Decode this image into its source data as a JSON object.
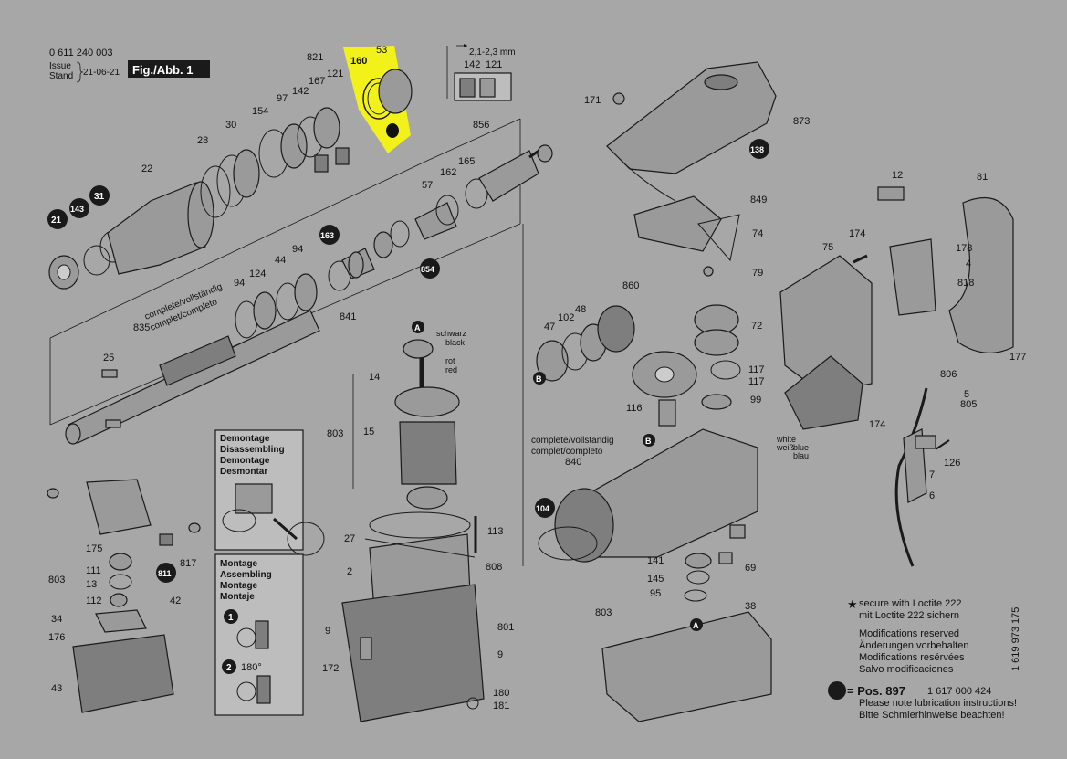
{
  "doc": {
    "number": "0 611 240 003",
    "issue_label_1": "Issue",
    "issue_label_2": "Stand",
    "issue_date": "21-06-21",
    "fig_label": "Fig./Abb. 1",
    "vertical_number": "1 619 973 175",
    "dimension": "2,1-2,3 mm"
  },
  "highlight_color": "#f2f21a",
  "callout_dot_color": "#1a1a1a",
  "labels": {
    "l0": "821",
    "l1": "53",
    "l2": "160",
    "l3": "121",
    "l4": "167",
    "l5": "97",
    "l6": "142",
    "l7": "154",
    "l8": "30",
    "l9": "28",
    "l10": "22",
    "l11": "856",
    "l12": "162",
    "l13": "165",
    "l14": "57",
    "l15": "94",
    "l16": "124",
    "l17": "44",
    "l18": "94",
    "l19": "835",
    "l20": "25",
    "l21": "841",
    "l22": "14",
    "l23": "803",
    "l24": "15",
    "l25": "27",
    "l26": "113",
    "l27": "2",
    "l28": "808",
    "l29": "9",
    "l30": "801",
    "l31": "9",
    "l32": "172",
    "l33": "180",
    "l34": "181",
    "l35": "171",
    "l36": "873",
    "l37": "849",
    "l38": "74",
    "l39": "79",
    "l40": "860",
    "l41": "47",
    "l42": "102",
    "l43": "48",
    "l44": "72",
    "l45": "117",
    "l46": "117",
    "l47": "116",
    "l48": "99",
    "l49": "840",
    "l50": "69",
    "l51": "141",
    "l52": "145",
    "l53": "803",
    "l54": "95",
    "l55": "38",
    "l56": "12",
    "l57": "81",
    "l58": "174",
    "l59": "75",
    "l60": "178",
    "l61": "4",
    "l62": "818",
    "l63": "177",
    "l64": "806",
    "l65": "5",
    "l66": "805",
    "l67": "174",
    "l68": "126",
    "l69": "7",
    "l70": "6",
    "l71": "175",
    "l72": "803",
    "l73": "111",
    "l74": "13",
    "l75": "112",
    "l76": "817",
    "l77": "42",
    "l78": "34",
    "l79": "176",
    "l80": "43",
    "l81": "142",
    "l82": "121"
  },
  "callouts": {
    "c0": "21",
    "c1": "143",
    "c2": "31",
    "c3": "163",
    "c4": "854",
    "c5": "138",
    "c6": "811",
    "c7": "104"
  },
  "letters": {
    "a1": "A",
    "a2": "A",
    "b1": "B",
    "b2": "B"
  },
  "wire_labels": {
    "schwarz": "schwarz",
    "black": "black",
    "rot": "rot",
    "red": "red",
    "white": "white",
    "weiss": "weiß",
    "blue": "blue",
    "blau": "blau"
  },
  "complete_labels": {
    "c1a": "complete/vollständig",
    "c1b": "complet/completo",
    "c2a": "complete/vollständig",
    "c2b": "complet/completo"
  },
  "demontage": [
    "Demontage",
    "Disassembling",
    "Demontage",
    "Desmontar"
  ],
  "montage": [
    "Montage",
    "Assembling",
    "Montage",
    "Montaje"
  ],
  "step_nums": [
    "1",
    "2"
  ],
  "step2_angle": "180°",
  "notes": {
    "loctite_1": "secure with Loctite 222",
    "loctite_2": "mit Loctite 222 sichern",
    "mod_1": "Modifications reserved",
    "mod_2": "Änderungen vorbehalten",
    "mod_3": "Modifications resérvées",
    "mod_4": "Salvo modificaciones",
    "pos_label": "= Pos. 897",
    "pos_number": "1 617 000 424",
    "lub_1": "Please note lubrication instructions!",
    "lub_2": "Bitte Schmierhinweise beachten!"
  },
  "icons": {
    "star": "star-icon",
    "dot": "filled-dot-icon"
  }
}
